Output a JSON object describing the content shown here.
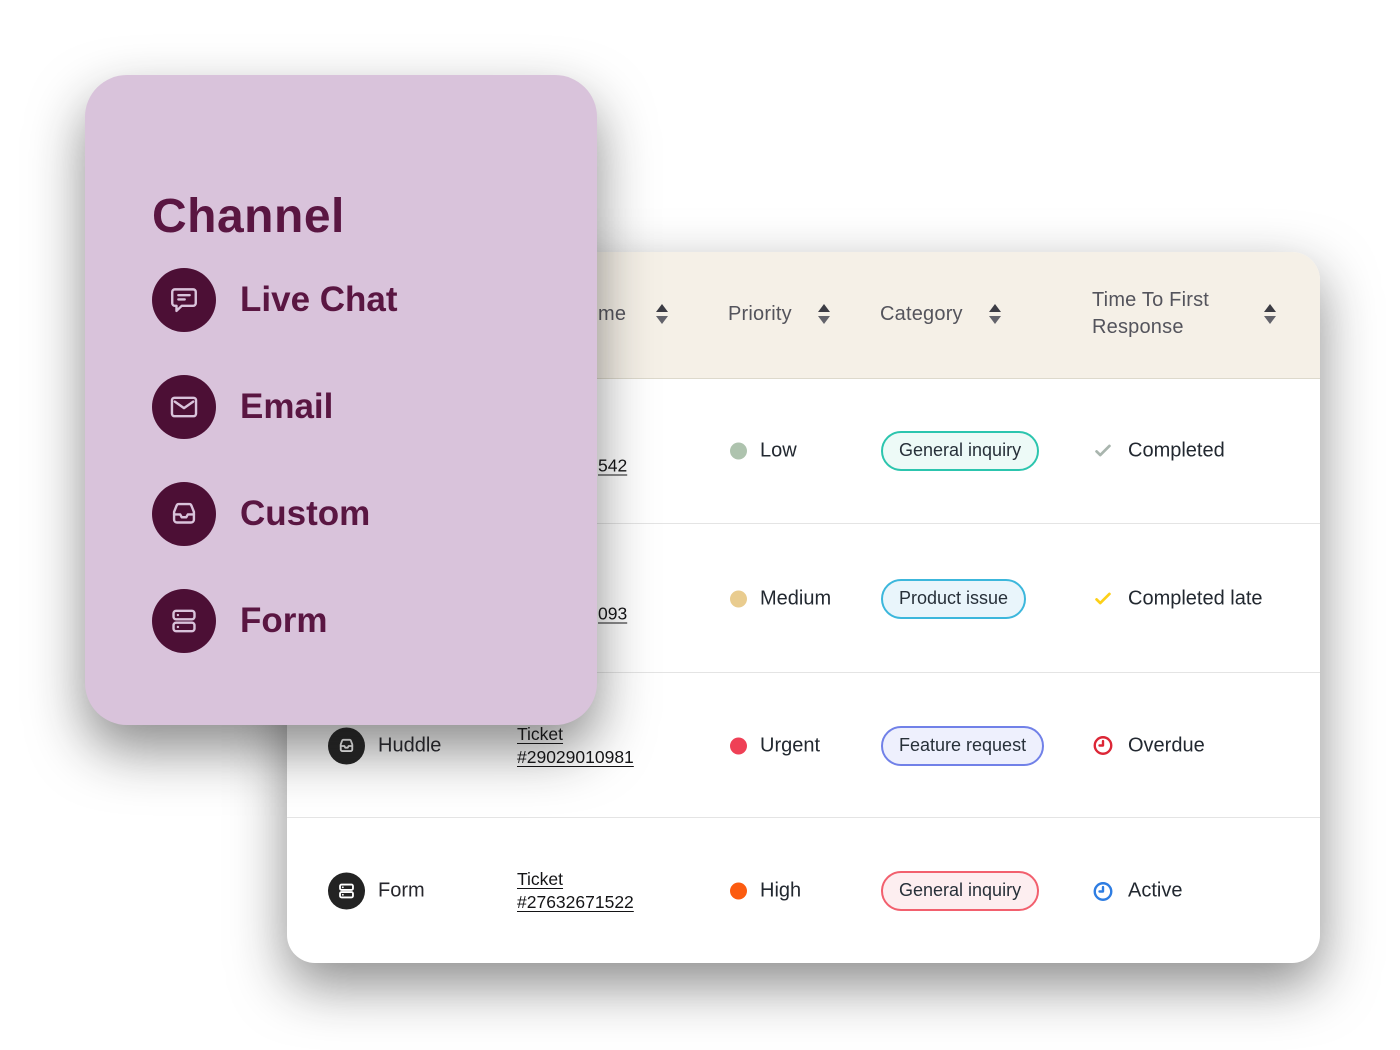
{
  "channel_card": {
    "title": "Channel",
    "items": [
      {
        "label": "Live Chat",
        "icon": "chat-bubble-icon"
      },
      {
        "label": "Email",
        "icon": "envelope-icon"
      },
      {
        "label": "Custom",
        "icon": "inbox-tray-icon"
      },
      {
        "label": "Form",
        "icon": "stacked-servers-icon"
      }
    ],
    "colors": {
      "background": "#d9c3db",
      "icon_circle": "#4c0f35",
      "text": "#5a1642"
    }
  },
  "table": {
    "header": {
      "name_column_fragment": "me",
      "priority": "Priority",
      "category": "Category",
      "time_to_first_response": "Time To First Response"
    },
    "rows": [
      {
        "ticket_fragment": "542",
        "priority": {
          "label": "Low",
          "color": "#aec3ae"
        },
        "category": {
          "label": "General inquiry",
          "border_color": "#2cc5ae",
          "background": "#edfaf7"
        },
        "status": {
          "label": "Completed",
          "icon": "check-icon",
          "color": "#a9b5ae"
        }
      },
      {
        "ticket_fragment": "093",
        "priority": {
          "label": "Medium",
          "color": "#e9cc8f"
        },
        "category": {
          "label": "Product issue",
          "border_color": "#3cb7dc",
          "background": "#e9f5fb"
        },
        "status": {
          "label": "Completed late",
          "icon": "check-icon",
          "color": "#fdd018"
        }
      },
      {
        "channel": {
          "label": "Huddle",
          "icon": "inbox-tray-icon"
        },
        "ticket": "Ticket #29029010981",
        "priority": {
          "label": "Urgent",
          "color": "#ef4056"
        },
        "category": {
          "label": "Feature request",
          "border_color": "#7181e8",
          "background": "#eef0fd"
        },
        "status": {
          "label": "Overdue",
          "icon": "clock-icon",
          "color": "#dc2636"
        }
      },
      {
        "channel": {
          "label": "Form",
          "icon": "stacked-servers-icon"
        },
        "ticket": "Ticket #27632671522",
        "priority": {
          "label": "High",
          "color": "#fc5c10"
        },
        "category": {
          "label": "General inquiry",
          "border_color": "#f2606e",
          "background": "#fdeef0"
        },
        "status": {
          "label": "Active",
          "icon": "clock-icon",
          "color": "#2e7de2"
        }
      }
    ]
  }
}
